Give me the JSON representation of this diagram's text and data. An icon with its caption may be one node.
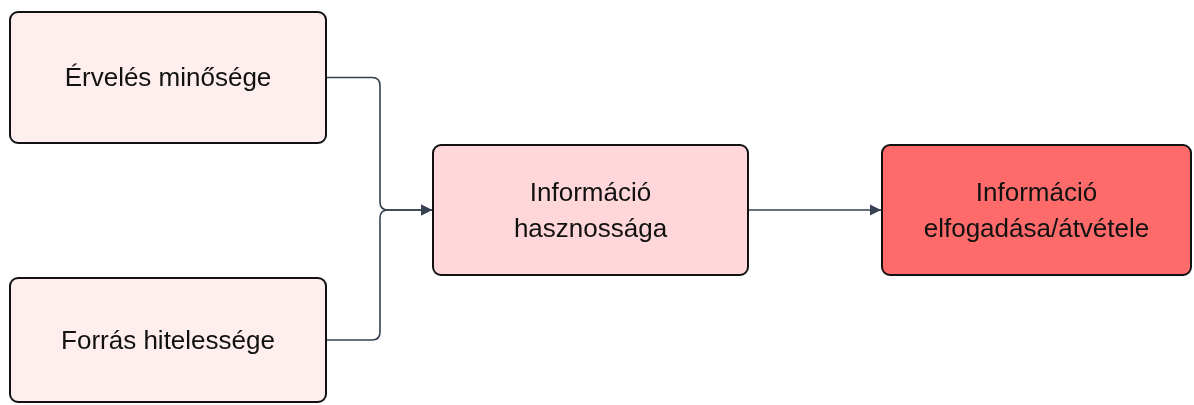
{
  "diagram": {
    "nodes": [
      {
        "text": [
          "Érvelés minősége"
        ]
      },
      {
        "text": [
          "Forrás hitelessége"
        ]
      },
      {
        "text": [
          "Információ hasznossága"
        ]
      },
      {
        "text": [
          "Információ elfogadása/átvétele"
        ]
      }
    ],
    "edges": [
      {
        "from": 0,
        "to": 2,
        "arrow": "to"
      },
      {
        "from": 1,
        "to": 2,
        "arrow": "to"
      },
      {
        "from": 2,
        "to": 3,
        "arrow": "to"
      }
    ]
  }
}
